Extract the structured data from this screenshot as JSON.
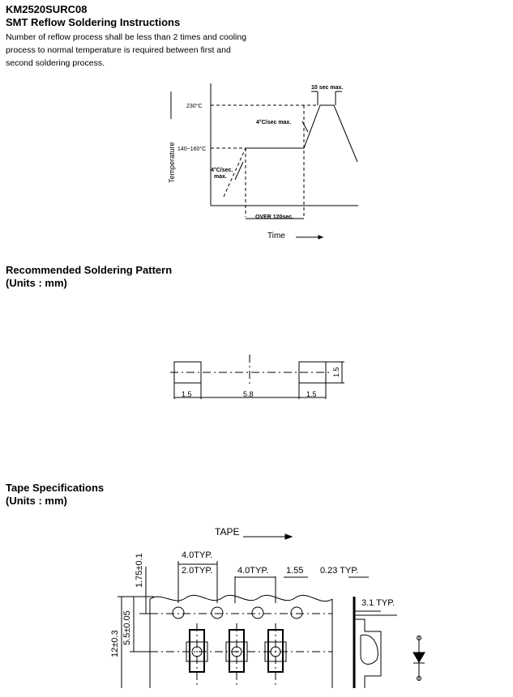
{
  "header": {
    "part_number": "KM2520SURC08",
    "section_title": "SMT Reflow Soldering Instructions",
    "paragraph_lines": [
      "Number of reflow process shall be less than 2 times and cooling",
      "process to normal temperature is required between first and",
      "second soldering process."
    ]
  },
  "reflow_chart": {
    "y_axis_label": "Temperature",
    "x_axis_label": "Time",
    "peak_label": "230°C",
    "preheat_label": "140~160°C",
    "peak_time_label": "10 sec max.",
    "ramp_to_peak_label": "4°C/sec max.",
    "ramp_up_label_1": "4°C/sec.",
    "ramp_up_label_2": "max.",
    "preheat_time_label": "OVER 120sec."
  },
  "soldering_pattern": {
    "title": "Recommended Soldering Pattern",
    "units": "(Units : mm)",
    "dim_left": "1.5",
    "dim_center": "5.8",
    "dim_right": "1.5",
    "dim_height": "1.5"
  },
  "tape_spec": {
    "title": "Tape Specifications",
    "units": "(Units : mm)",
    "tape_label": "TAPE",
    "pitch_label": "4.0TYP.",
    "hole_offset_label": "2.0TYP.",
    "pocket_pitch_label": "4.0TYP.",
    "hole_dia_label": "1.55",
    "thickness_label": "0.23  TYP.",
    "depth_label": "3.1  TYP.",
    "edge_label": "1.75±0.1",
    "center_label": "5.5±0.05",
    "width_label": "12±0.3"
  }
}
